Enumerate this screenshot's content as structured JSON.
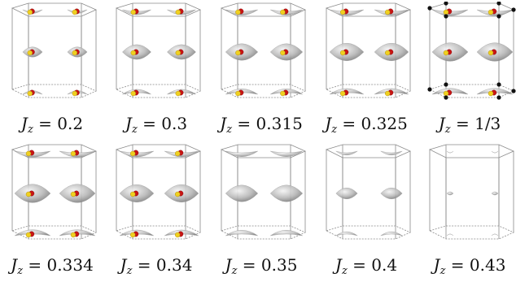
{
  "panels": [
    {
      "symbol": "J",
      "subscript": "z",
      "value": "0.2",
      "balls": true,
      "corners": false,
      "size": 0.55
    },
    {
      "symbol": "J",
      "subscript": "z",
      "value": "0.3",
      "balls": true,
      "corners": false,
      "size": 0.8
    },
    {
      "symbol": "J",
      "subscript": "z",
      "value": "0.315",
      "balls": true,
      "corners": false,
      "size": 0.9
    },
    {
      "symbol": "J",
      "subscript": "z",
      "value": "0.325",
      "balls": true,
      "corners": false,
      "size": 0.95
    },
    {
      "symbol": "J",
      "subscript": "z",
      "value": "1/3",
      "balls": true,
      "corners": true,
      "size": 1.0
    },
    {
      "symbol": "J",
      "subscript": "z",
      "value": "0.334",
      "balls": true,
      "corners": false,
      "size": 1.0
    },
    {
      "symbol": "J",
      "subscript": "z",
      "value": "0.34",
      "balls": true,
      "corners": false,
      "size": 0.95
    },
    {
      "symbol": "J",
      "subscript": "z",
      "value": "0.35",
      "balls": false,
      "corners": false,
      "size": 0.9
    },
    {
      "symbol": "J",
      "subscript": "z",
      "value": "0.4",
      "balls": false,
      "corners": false,
      "size": 0.6
    },
    {
      "symbol": "J",
      "subscript": "z",
      "value": "0.43",
      "balls": false,
      "corners": false,
      "size": 0.18
    }
  ],
  "colors": {
    "red": "#c81414",
    "yellow": "#f0d020",
    "surface": "#a8a8a8",
    "edge": "#8a8a8a",
    "corner": "#111111"
  }
}
